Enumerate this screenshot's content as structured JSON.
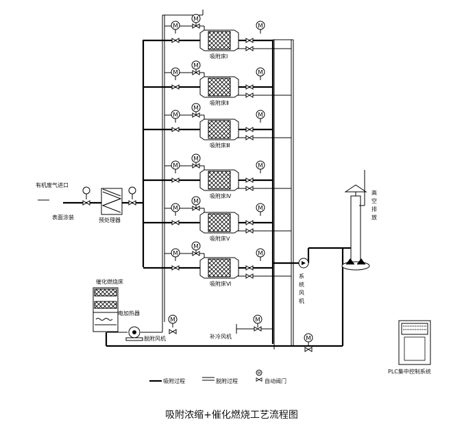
{
  "diagram": {
    "caption": "吸附浓缩+催化燃烧工艺流程图",
    "inlet_label": "有机废气进口",
    "prefilter_label": "表面涂装",
    "pretreat_label": "预处理器",
    "beds": [
      {
        "label": "吸附床Ⅰ"
      },
      {
        "label": "吸附床Ⅱ"
      },
      {
        "label": "吸附床Ⅲ"
      },
      {
        "label": "吸附床Ⅳ"
      },
      {
        "label": "吸附床Ⅴ"
      },
      {
        "label": "吸附床Ⅵ"
      }
    ],
    "catalytic_bed_label": "催化燃烧床",
    "heater_label": "电加热器",
    "desorption_fan_label": "脱附风机",
    "cooling_fan_label": "补冷风机",
    "system_fan_label": "系统风机",
    "stack_label": "高空排放",
    "plc_label": "PLC集中控制系统",
    "legend": {
      "adsorption": "吸附过程",
      "desorption": "脱附过程",
      "auto_valve": "自动阀门"
    }
  }
}
